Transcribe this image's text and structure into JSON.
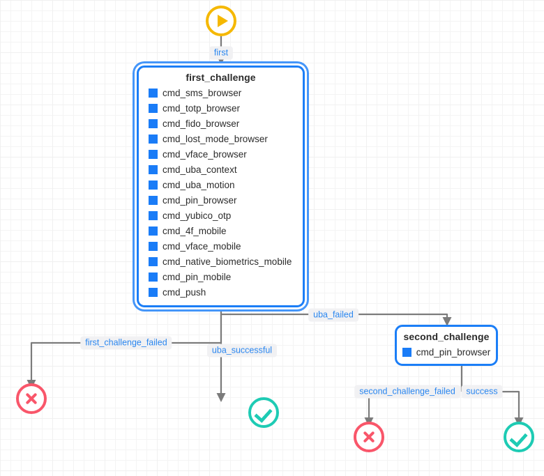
{
  "diagram": {
    "type": "authentication-policy-flowchart",
    "background": "grid",
    "colors": {
      "node_border": "#1b7ef7",
      "node_selection": "#4596f9",
      "swatch": "#1a7cf7",
      "start": "#f5b800",
      "fail": "#f9566a",
      "success": "#1ecbb4",
      "edge": "#7b7b7b",
      "label_text": "#2b87f0",
      "label_bg": "#f1f1f3"
    },
    "start_node": {
      "name": "start",
      "icon": "play-icon"
    },
    "end_nodes": [
      {
        "id": "end-fail-left",
        "icon": "x-circle-icon",
        "kind": "failure"
      },
      {
        "id": "end-ok-middle",
        "icon": "check-circle-icon",
        "kind": "success"
      },
      {
        "id": "end-fail-bottom",
        "icon": "x-circle-icon",
        "kind": "failure"
      },
      {
        "id": "end-ok-right",
        "icon": "check-circle-icon",
        "kind": "success"
      }
    ],
    "nodes": [
      {
        "id": "first_challenge",
        "title": "first_challenge",
        "selected": true,
        "items": [
          "cmd_sms_browser",
          "cmd_totp_browser",
          "cmd_fido_browser",
          "cmd_lost_mode_browser",
          "cmd_vface_browser",
          "cmd_uba_context",
          "cmd_uba_motion",
          "cmd_pin_browser",
          "cmd_yubico_otp",
          "cmd_4f_mobile",
          "cmd_vface_mobile",
          "cmd_native_biometrics_mobile",
          "cmd_pin_mobile",
          "cmd_push"
        ]
      },
      {
        "id": "second_challenge",
        "title": "second_challenge",
        "selected": false,
        "items": [
          "cmd_pin_browser"
        ]
      }
    ],
    "edge_labels": [
      {
        "id": "first",
        "text": "first"
      },
      {
        "id": "uba_failed",
        "text": "uba_failed"
      },
      {
        "id": "first_challenge_failed",
        "text": "first_challenge_failed"
      },
      {
        "id": "uba_successful",
        "text": "uba_successful"
      },
      {
        "id": "second_challenge_failed",
        "text": "second_challenge_failed"
      },
      {
        "id": "success",
        "text": "success"
      }
    ]
  }
}
